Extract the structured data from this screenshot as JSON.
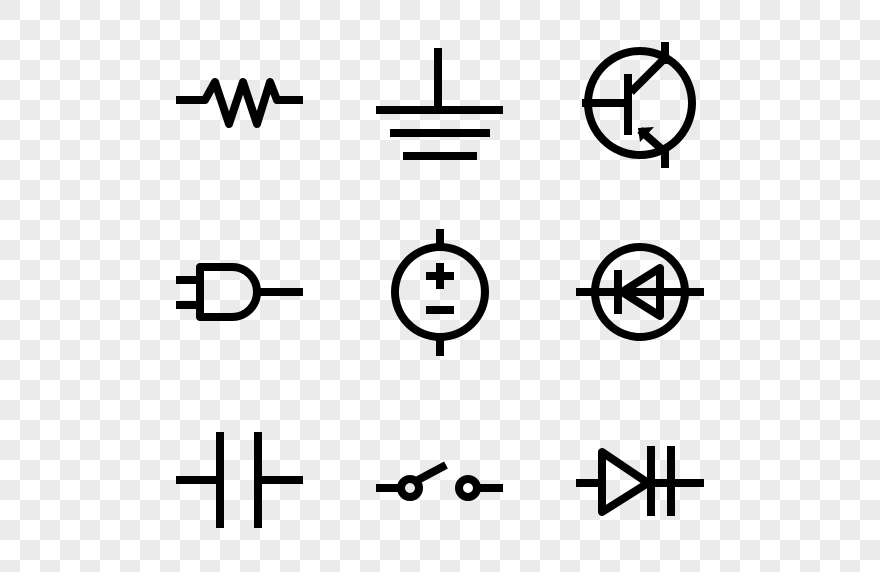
{
  "background": {
    "pattern": "transparency-checkerboard",
    "colors": [
      "#ffffff",
      "#ebebeb"
    ]
  },
  "symbol_color": "#000000",
  "symbols": [
    {
      "name": "resistor"
    },
    {
      "name": "ground"
    },
    {
      "name": "transistor-pnp"
    },
    {
      "name": "and-gate"
    },
    {
      "name": "voltage-source",
      "text": [
        "+",
        "−"
      ]
    },
    {
      "name": "diode-in-circle"
    },
    {
      "name": "capacitor"
    },
    {
      "name": "switch-open"
    },
    {
      "name": "diode-capacitor"
    }
  ]
}
